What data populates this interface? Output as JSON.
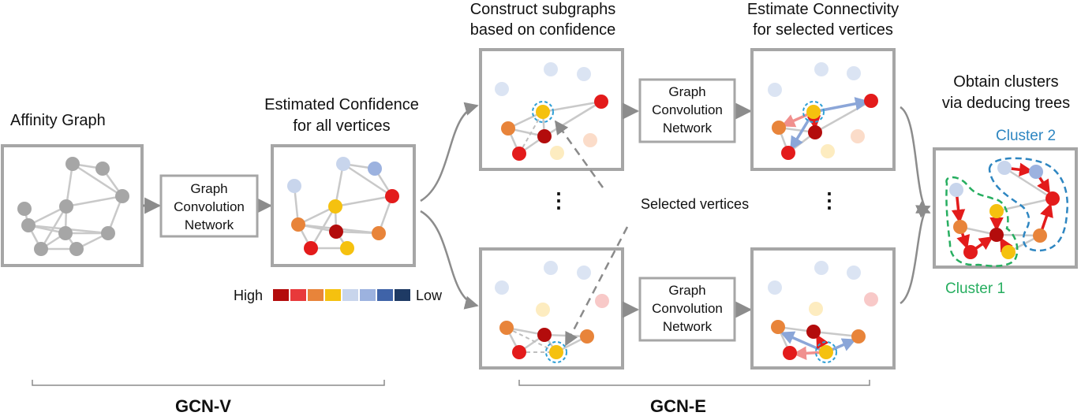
{
  "labels": {
    "affinity_graph": "Affinity Graph",
    "estimated_confidence_line1": "Estimated Confidence",
    "estimated_confidence_line2": "for all vertices",
    "construct_line1": "Construct subgraphs",
    "construct_line2": "based on confidence",
    "estimate_conn_line1": "Estimate Connectivity",
    "estimate_conn_line2": "for selected vertices",
    "obtain_line1": "Obtain clusters",
    "obtain_line2": "via deducing trees",
    "gcn_box_line1": "Graph",
    "gcn_box_line2": "Convolution",
    "gcn_box_line3": "Network",
    "selected_vertices": "Selected vertices",
    "cluster1": "Cluster 1",
    "cluster2": "Cluster 2",
    "legend_high": "High",
    "legend_low": "Low",
    "gcn_v": "GCN-V",
    "gcn_e": "GCN-E",
    "ellipsis": "⋮"
  },
  "colors": {
    "legend_scale": [
      "#b30c0c",
      "#e8393b",
      "#e8843a",
      "#f5c10f",
      "#c8d5ec",
      "#9cb2df",
      "#3f63a8",
      "#1e3a64"
    ],
    "panel_border": "#a6a6a6",
    "edge_gray": "#c9c9c9",
    "selected_ring": "#2e9fd6",
    "cluster1_outline": "#27ae60",
    "cluster2_outline": "#2e86c1"
  }
}
